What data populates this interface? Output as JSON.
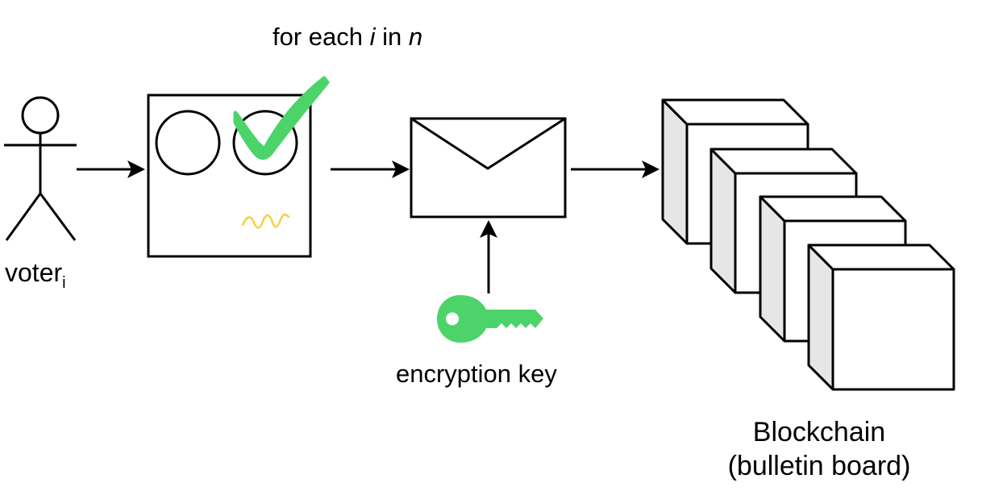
{
  "heading": {
    "prefix": "for each ",
    "var_i": "i",
    "middle": " in ",
    "var_n": "n"
  },
  "voter": {
    "name": "voter",
    "subscript": "i"
  },
  "key": {
    "label": "encryption key"
  },
  "blockchain": {
    "line1": "Blockchain",
    "line2": "(bulletin board)"
  },
  "colors": {
    "check": "#4cd46a",
    "key": "#4cd46a",
    "signature": "#f5d142",
    "block_side": "#e6e6e6",
    "stroke": "#000000"
  },
  "icons": [
    "stick-figure-icon",
    "ballot-icon",
    "checkmark-icon",
    "signature-icon",
    "envelope-icon",
    "key-icon",
    "block-icon"
  ]
}
